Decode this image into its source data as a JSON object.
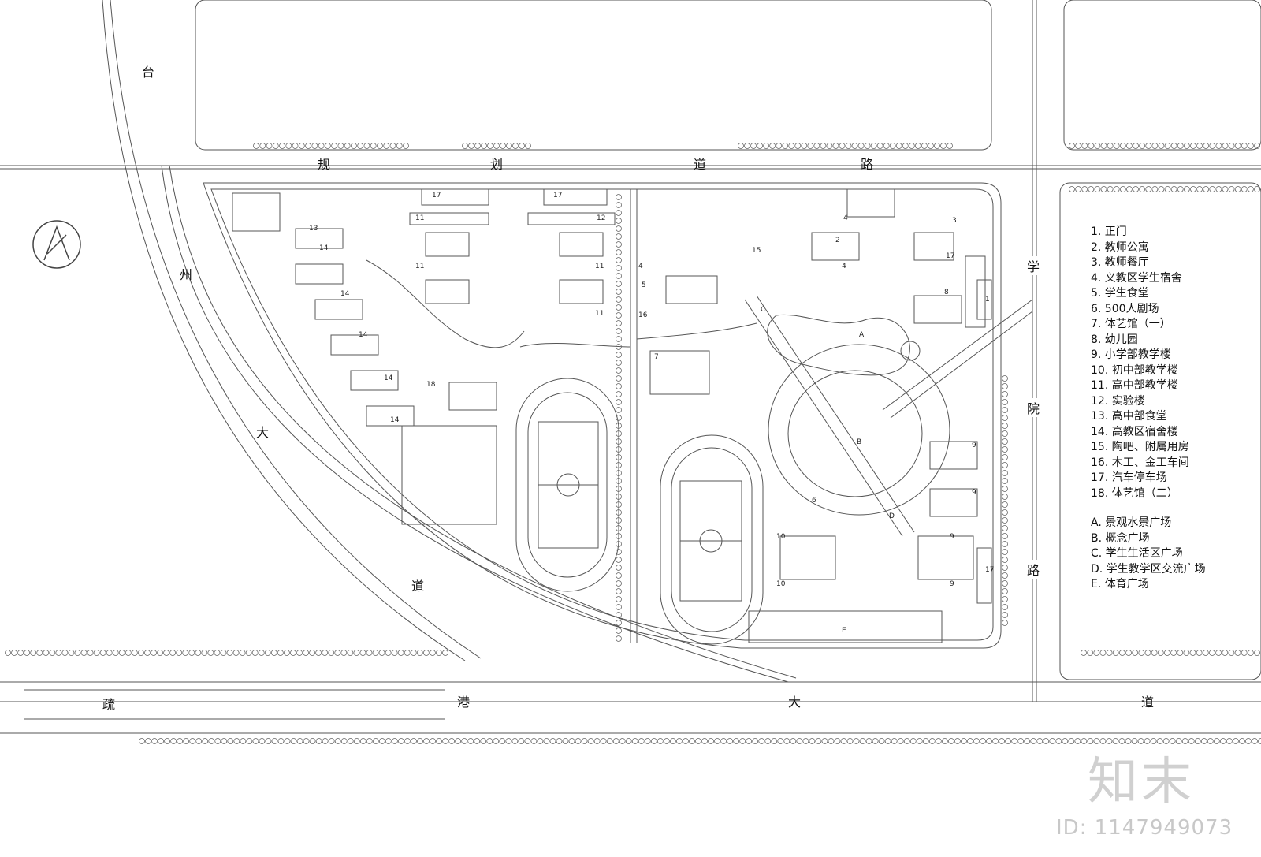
{
  "roads": {
    "north": [
      "规",
      "划",
      "道",
      "路"
    ],
    "west": [
      "台",
      "州",
      "大",
      "道"
    ],
    "south": [
      "疏",
      "港",
      "大",
      "道"
    ],
    "east": [
      "学",
      "院",
      "路"
    ]
  },
  "legend": {
    "buildings": [
      "1. 正门",
      "2. 教师公寓",
      "3. 教师餐厅",
      "4. 义教区学生宿舍",
      "5. 学生食堂",
      "6. 500人剧场",
      "7. 体艺馆（一）",
      "8. 幼儿园",
      "9. 小学部教学楼",
      "10. 初中部教学楼",
      "11. 高中部教学楼",
      "12. 实验楼",
      "13. 高中部食堂",
      "14. 高教区宿舍楼",
      "15. 陶吧、附属用房",
      "16. 木工、金工车间",
      "17. 汽车停车场",
      "18. 体艺馆（二）"
    ],
    "plazas": [
      "A. 景观水景广场",
      "B. 概念广场",
      "C. 学生生活区广场",
      "D. 学生教学区交流广场",
      "E. 体育广场"
    ]
  },
  "building_numbers": [
    "17",
    "17",
    "11",
    "12",
    "11",
    "11",
    "11",
    "13",
    "14",
    "14",
    "14",
    "14",
    "14",
    "18",
    "4",
    "4",
    "4",
    "16",
    "5",
    "15",
    "2",
    "3",
    "17",
    "8",
    "1",
    "7",
    "6",
    "9",
    "9",
    "9",
    "9",
    "10",
    "10",
    "17",
    "A",
    "B",
    "C",
    "D",
    "E"
  ],
  "watermark": {
    "brand": "知末",
    "id": "ID: 1147949073"
  }
}
